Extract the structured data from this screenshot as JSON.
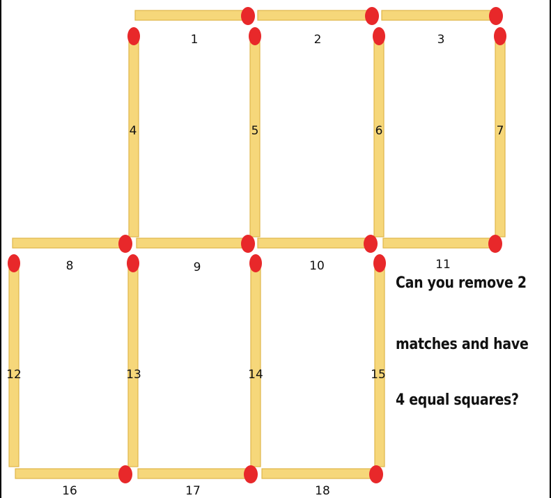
{
  "matches": [
    {
      "id": 1,
      "label": "1"
    },
    {
      "id": 2,
      "label": "2"
    },
    {
      "id": 3,
      "label": "3"
    },
    {
      "id": 4,
      "label": "4"
    },
    {
      "id": 5,
      "label": "5"
    },
    {
      "id": 6,
      "label": "6"
    },
    {
      "id": 7,
      "label": "7"
    },
    {
      "id": 8,
      "label": "8"
    },
    {
      "id": 9,
      "label": "9"
    },
    {
      "id": 10,
      "label": "10"
    },
    {
      "id": 11,
      "label": "11"
    },
    {
      "id": 12,
      "label": "12"
    },
    {
      "id": 13,
      "label": "13"
    },
    {
      "id": 14,
      "label": "14"
    },
    {
      "id": 15,
      "label": "15"
    },
    {
      "id": 16,
      "label": "16"
    },
    {
      "id": 17,
      "label": "17"
    },
    {
      "id": 18,
      "label": "18"
    }
  ],
  "question": {
    "line1": "Can you remove 2",
    "line2": "matches and have",
    "line3": "4 equal squares?"
  },
  "colors": {
    "stick": "#f6d77a",
    "stick_edge": "#e0b64a",
    "head": "#e8282a"
  }
}
